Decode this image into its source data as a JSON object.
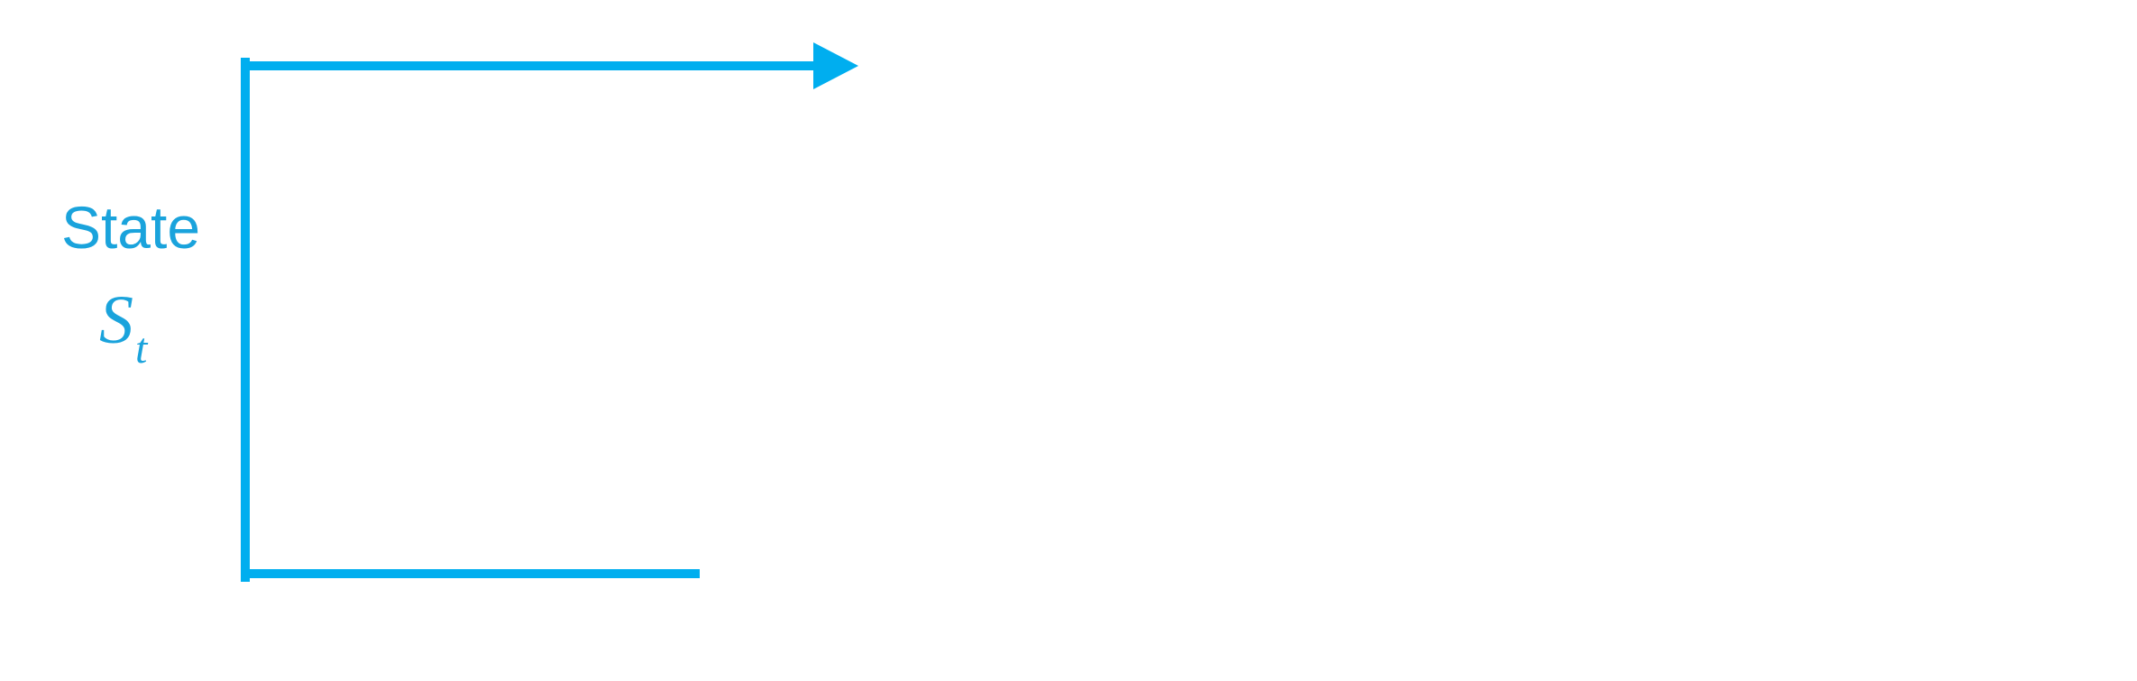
{
  "diagram": {
    "state_label": "State",
    "state_symbol": "S",
    "state_symbol_subscript": "t",
    "colors": {
      "line": "#00aeef",
      "text": "#1aa3dc",
      "background": "#ffffff"
    }
  }
}
